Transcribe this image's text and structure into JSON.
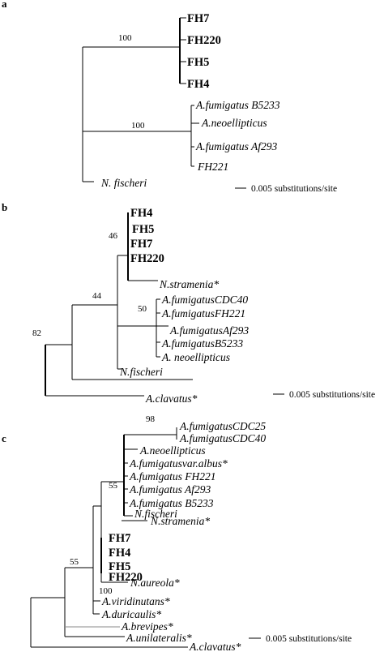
{
  "panels": {
    "a": {
      "letter": "a",
      "leaves": [
        "FH7",
        "FH220",
        "FH5",
        "FH4",
        "A.fumigatus B5233",
        "A.neoellipticus",
        "A.fumigatus Af293",
        "FH221",
        "N. fischeri"
      ],
      "bootstrap": [
        "100",
        "100"
      ],
      "scale": "0.005 substitutions/site"
    },
    "b": {
      "letter": "b",
      "leaves": [
        "FH4",
        "FH5",
        "FH7",
        "FH220",
        "N.stramenia*",
        "A.fumigatusCDC40",
        "A.fumigatusFH221",
        "A.fumigatusAf293",
        "A.fumigatusB5233",
        "A. neoellipticus",
        "N.fischeri",
        "A.clavatus*"
      ],
      "bootstrap": [
        "46",
        "44",
        "50",
        "82"
      ],
      "scale": "0.005 substitutions/site"
    },
    "c": {
      "letter": "c",
      "leaves": [
        "A.fumigatusCDC25",
        "A.fumigatusCDC40",
        "A.neoellipticus",
        "A.fumigatusvar.albus*",
        "A.fumigatus FH221",
        "A.fumigatus Af293",
        "A.fumigatus B5233",
        "N.fischeri",
        "N.stramenia*",
        "FH7",
        "FH4",
        "FH5",
        "FH220",
        "N.aureola*",
        "A.viridinutans*",
        "A.duricaulis*",
        "A.brevipes*",
        "A.unilateralis*",
        "A.clavatus*"
      ],
      "bootstrap": [
        "98",
        "55",
        "55",
        "100"
      ],
      "scale": "0.005 substitutions/site"
    }
  }
}
